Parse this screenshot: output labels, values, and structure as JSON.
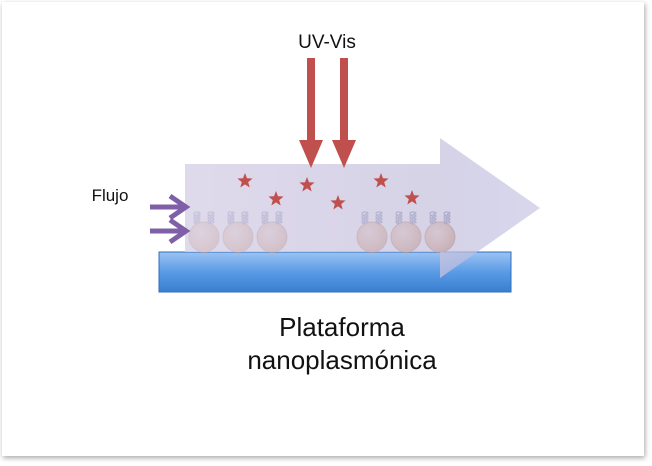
{
  "labels": {
    "light_source": "UV-Vis",
    "flow": "Flujo",
    "platform_line1": "Plataforma",
    "platform_line2": "nanoplasmónica"
  },
  "icons": [
    "downward-light-arrow-icon",
    "flow-arrow-icon",
    "star-icon",
    "nanoparticle-icon",
    "receptor-spring-icon"
  ],
  "colors": {
    "light_arrow": "#c0504d",
    "flow_arrow": "#7f5fa8",
    "star": "#c0504d",
    "substrate": "#4a8fe0",
    "nanoparticle": "#e6a877",
    "band": "#c8c3de"
  }
}
